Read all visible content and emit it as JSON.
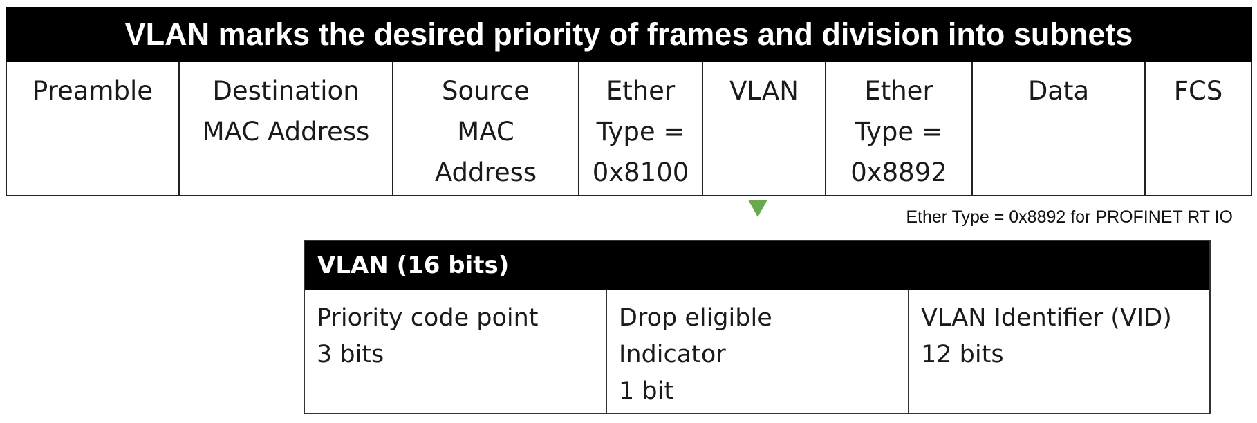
{
  "frame": {
    "title": "VLAN  marks the desired priority of frames and division into subnets",
    "fields": [
      {
        "label": "Preamble",
        "width": 250
      },
      {
        "label": "Destination\nMAC Address",
        "width": 309
      },
      {
        "label": "Source\nMAC\nAddress",
        "width": 269
      },
      {
        "label": "Ether\nType =\n0x8100",
        "width": 179
      },
      {
        "label": "VLAN",
        "width": 178
      },
      {
        "label": "Ether\nType =\n0x8892",
        "width": 212
      },
      {
        "label": "Data",
        "width": 250
      },
      {
        "label": "FCS",
        "width": 154
      }
    ]
  },
  "note": "Ether Type = 0x8892 for PROFINET RT IO",
  "vlan": {
    "title": "VLAN (16 bits)",
    "fields": [
      {
        "name": "Priority code point",
        "name2": "",
        "bits": "3 bits"
      },
      {
        "name": "Drop eligible",
        "name2": "Indicator",
        "bits": "1 bit"
      },
      {
        "name": "VLAN Identifier (VID)",
        "name2": "",
        "bits": "12 bits"
      }
    ]
  },
  "colors": {
    "arrow": "#6aa84f",
    "header_bg": "#000000"
  }
}
